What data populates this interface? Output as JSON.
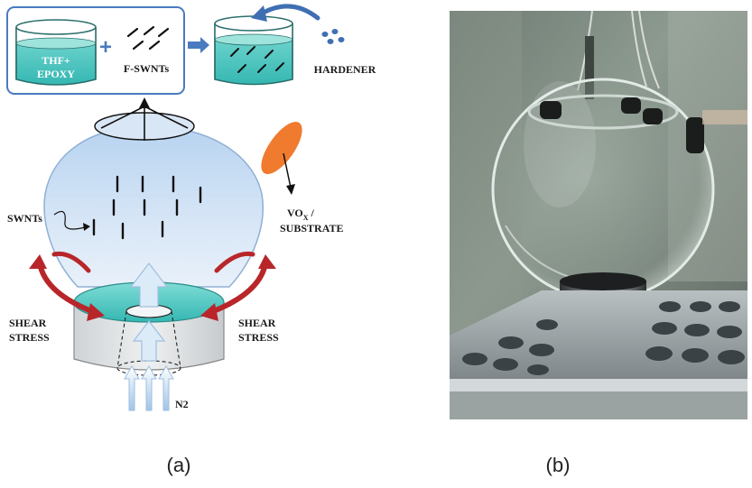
{
  "panel_a": {
    "caption": "(a)",
    "beaker1_line1": "THF+",
    "beaker1_line2": "EPOXY",
    "plus": "+",
    "fswnts": "F-SWNTs",
    "hardener": "HARDENER",
    "swnts": "SWNTs",
    "vox_base": "VO",
    "vox_sub": "X",
    "vox_slash": " /",
    "substrate": "SUBSTRATE",
    "shear_left_1": "SHEAR",
    "shear_left_2": "STRESS",
    "shear_right_1": "SHEAR",
    "shear_right_2": "STRESS",
    "n2": "N2"
  },
  "panel_b": {
    "caption": "(b)"
  },
  "colors": {
    "cyan_liquid": "#4fc9c4",
    "sphere_blue": "#c9ddf3",
    "frame_blue": "#4a7bc0",
    "shear_arrow": "#b8262a",
    "vox_orange": "#f07a2e",
    "photo_bg": "#7d8b7f"
  }
}
